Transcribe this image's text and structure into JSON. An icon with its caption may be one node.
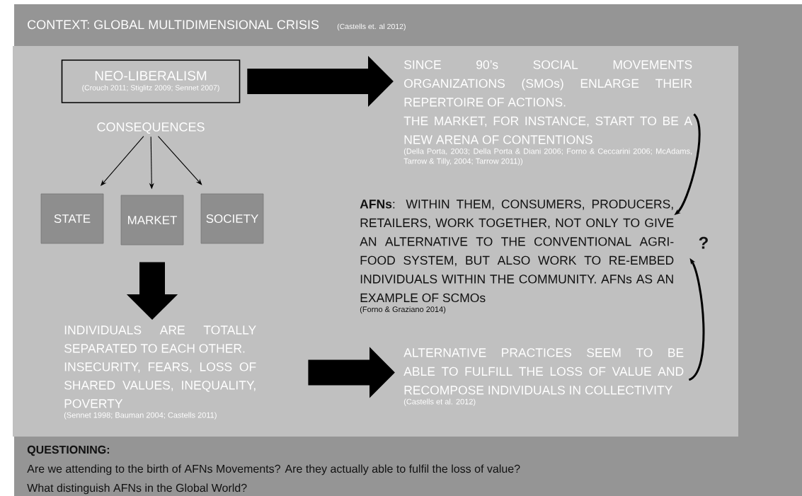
{
  "diagram": {
    "title": "CONTEXT: GLOBAL MULTIDIMENSIONAL CRISIS",
    "nodes": [
      {
        "text": [
          "NEO-LIBERALISM",
          "(Crouch 2011; Stiglitz 2009; Sennet 2007)"
        ]
      },
      {
        "text": [
          "CONSEQUENCES"
        ]
      },
      {
        "text": [
          "STATE"
        ]
      },
      {
        "text": [
          "MARKET"
        ]
      },
      {
        "text": [
          "SOCIETY"
        ]
      },
      {
        "text": [
          "INDIVIDUALS ARE TOTALLY SEPARATED TO EACH OTHER.",
          "INSECURITY, FEARS, LOSS OF SHARED VALUES, INEQUALITY, POVERTY",
          "(Sennet 1998; Bauman 2004; Castells 2011)"
        ]
      },
      {
        "text": [
          "SINCE 90’s SOCIAL MOVEMENTS ORGANIZATIONS (SMOs) ENLARGE THEIR REPERTOIRE OF ACTIONS.",
          "THE MARKET, FOR INSTANCE, START TO BE A NEW ARENA OF CONTENTIONS",
          "(Della Porta, 2003; Della Porta & Diani 2006; Forno & Ceccarini 2006; McAdams, Tarrow & Tilly, 2004; Tarrow 2011))"
        ]
      },
      {
        "text": [
          "**AFNs**: WITHIN THEM, CONSUMERS, PRODUCERS, RETAILERS, WORK TOGETHER, NOT ONLY TO GIVE AN ALTERNATIVE TO THE CONVENTIONAL AGRI-FOOD SYSTEM, BUT ALSO WORK TO RE-EMBED INDIVIDUALS WITHIN THE COMMUNITY. AFNs AS AN EXAMPLE OF SCMOs",
          "(Forno & Graziano 2014)"
        ]
      },
      {
        "text": [
          "ALTERNATIVE PRACTICES SEEM TO BE ABLE TO FULFILL THE LOSS OF VALUE AND RECOMPOSE INDIVIDUALS IN COLLECTIVITY",
          "(Castells et al. 2012)"
        ]
      }
    ],
    "edges": [
      {
        "from": 1,
        "to": 2,
        "arrow": "to"
      },
      {
        "from": 1,
        "to": 3,
        "arrow": "to"
      },
      {
        "from": 1,
        "to": 4,
        "arrow": "to"
      },
      {
        "from": 3,
        "to": 5,
        "arrow": "to",
        "style": "thick"
      },
      {
        "from": 0,
        "to": 6,
        "arrow": "to",
        "style": "thick"
      },
      {
        "from": 5,
        "to": 8,
        "arrow": "to",
        "style": "thick"
      },
      {
        "from": 6,
        "to": 7,
        "arrow": "to"
      },
      {
        "from": 8,
        "to": 7,
        "arrow": "to"
      }
    ],
    "labels": [
      "(Castells et. al 2012)",
      "?",
      "QUESTIONING:",
      "Are we attending to the birth of AFNs Movements? Are they actually able to fulfil the loss of value?",
      "What distinguish AFNs in the Global World?"
    ]
  }
}
